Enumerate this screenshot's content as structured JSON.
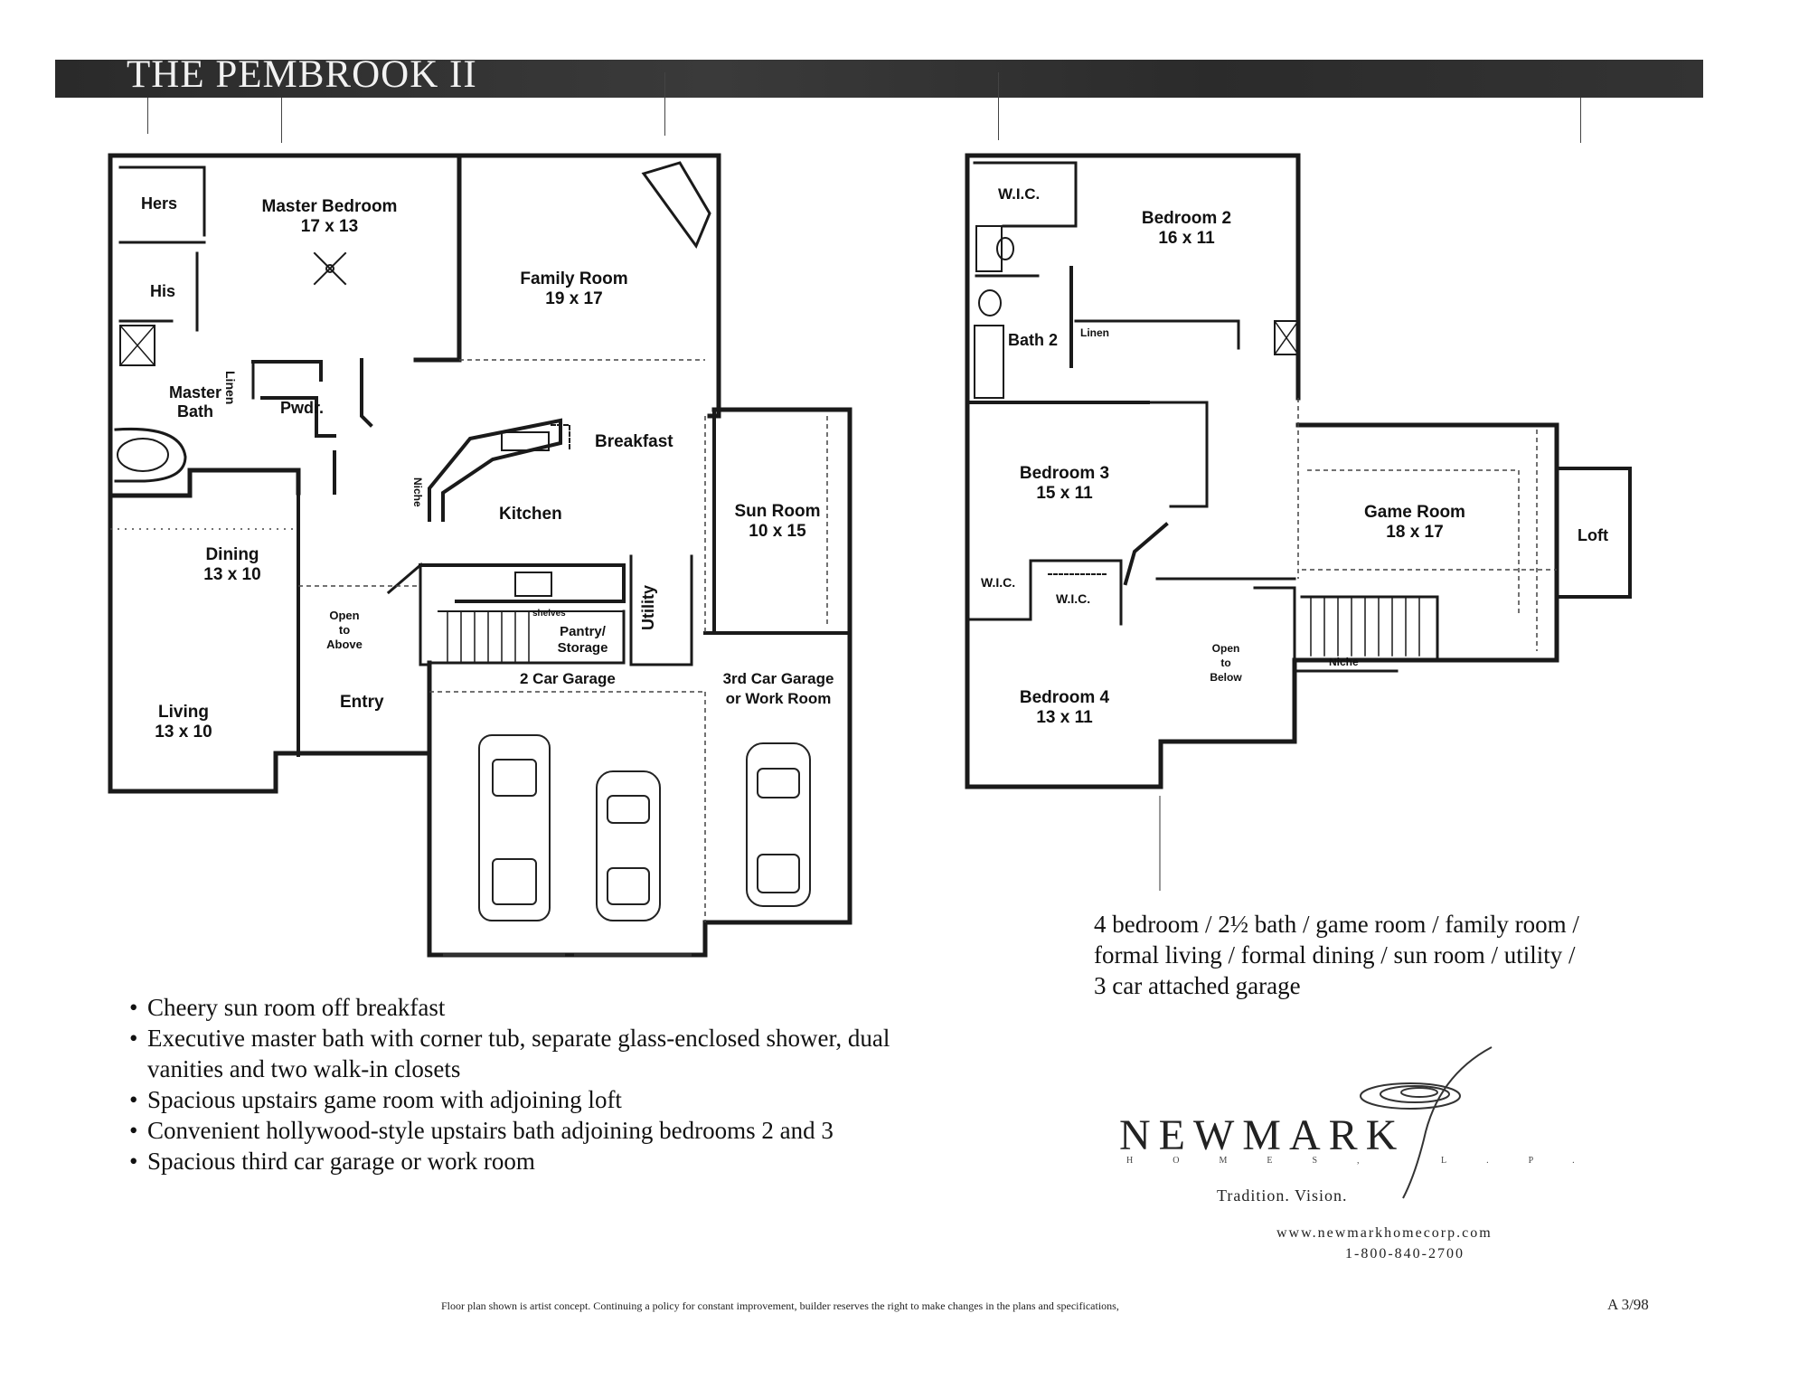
{
  "header": {
    "title": "THE PEMBROOK II"
  },
  "first_floor": {
    "rooms": {
      "hers": "Hers",
      "his": "His",
      "master_bedroom": {
        "name": "Master Bedroom",
        "size": "17 x 13"
      },
      "master_bath": {
        "name": "Master",
        "name2": "Bath"
      },
      "linen": "Linen",
      "powder": "Pwdr.",
      "family_room": {
        "name": "Family Room",
        "size": "19 x 17"
      },
      "breakfast": "Breakfast",
      "kitchen": "Kitchen",
      "niche": "Niche",
      "dining": {
        "name": "Dining",
        "size": "13 x 10"
      },
      "living": {
        "name": "Living",
        "size": "13 x 10"
      },
      "open_above": {
        "l1": "Open",
        "l2": "to",
        "l3": "Above"
      },
      "entry": "Entry",
      "shelves": "shelves",
      "pantry": {
        "l1": "Pantry/",
        "l2": "Storage"
      },
      "utility": "Utility",
      "sun_room": {
        "name": "Sun Room",
        "size": "10 x 15"
      },
      "garage2": "2 Car Garage",
      "garage3": {
        "l1": "3rd Car Garage",
        "l2": "or Work Room"
      }
    }
  },
  "second_floor": {
    "rooms": {
      "wic_top": "W.I.C.",
      "bedroom2": {
        "name": "Bedroom 2",
        "size": "16 x 11"
      },
      "bath2": "Bath 2",
      "linen": "Linen",
      "bedroom3": {
        "name": "Bedroom 3",
        "size": "15 x 11"
      },
      "game_room": {
        "name": "Game Room",
        "size": "18 x 17"
      },
      "loft": "Loft",
      "wic_a": "W.I.C.",
      "wic_b": "W.I.C.",
      "open_below": {
        "l1": "Open",
        "l2": "to",
        "l3": "Below"
      },
      "niche": "Niche",
      "bedroom4": {
        "name": "Bedroom 4",
        "size": "13 x 11"
      }
    }
  },
  "summary": {
    "line1": "4 bedroom / 2½ bath / game room / family room /",
    "line2": "formal living / formal dining / sun room / utility /",
    "line3": "3 car attached garage"
  },
  "features": [
    "Cheery sun room off breakfast",
    "Executive master bath with corner tub, separate glass-enclosed shower, dual",
    "vanities and two walk-in closets",
    "Spacious upstairs game room with adjoining loft",
    "Convenient hollywood-style upstairs bath adjoining bedrooms 2 and 3",
    "Spacious third car garage or work room"
  ],
  "brand": {
    "name": "NEWMARK",
    "sub": "HOMES, L.P.",
    "tagline": "Tradition. Vision.",
    "website": "www.newmarkhomecorp.com",
    "phone": "1-800-840-2700"
  },
  "footer": {
    "disclaimer": "Floor plan shown is artist concept. Continuing a policy for constant improvement, builder reserves the right to make changes in the plans and specifications,",
    "code": "A 3/98"
  }
}
